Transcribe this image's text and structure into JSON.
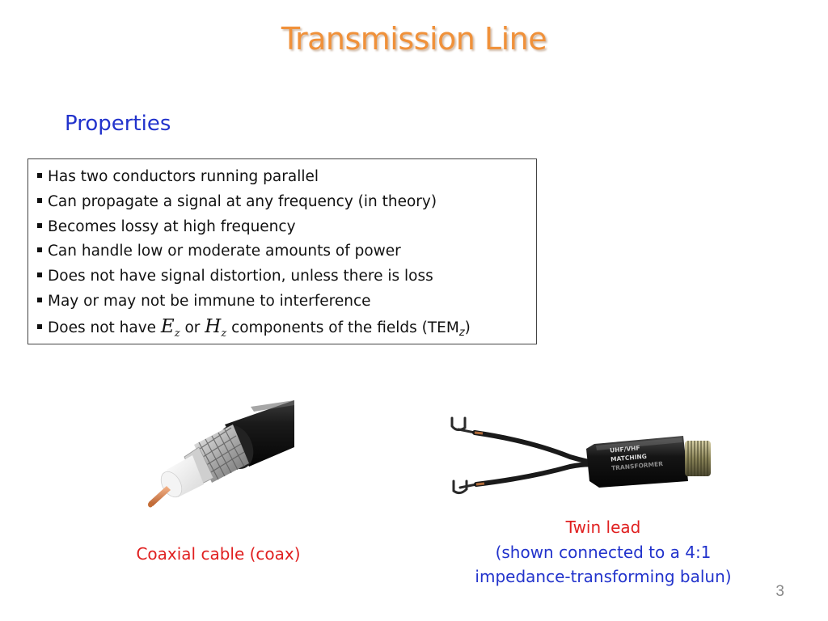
{
  "slide": {
    "title": "Transmission Line",
    "section_heading": "Properties",
    "page_number": "3"
  },
  "properties": {
    "bullets": [
      "Has two conductors running parallel",
      "Can propagate a signal at any frequency (in theory)",
      "Becomes lossy at high frequency",
      "Can handle low or moderate amounts of power",
      "Does not have signal distortion, unless there is loss",
      "May or may not be immune to interference"
    ],
    "last_bullet": {
      "prefix": "Does not have ",
      "e_symbol": "E",
      "e_subscript": "z",
      "middle": " or ",
      "h_symbol": "H",
      "h_subscript": "z",
      "suffix_before_sub": " components of the fields (TEM",
      "tem_subscript": "z",
      "close": ")"
    }
  },
  "images": {
    "coax_caption": "Coaxial cable (coax)",
    "twin_caption_line1": "Twin lead",
    "twin_caption_line2": "(shown connected to a 4:1",
    "twin_caption_line3": "impedance-transforming balun)",
    "balun_label_line1": "UHF/VHF",
    "balun_label_line2": "MATCHING",
    "balun_label_line3": "TRANSFORMER"
  },
  "colors": {
    "title": "#f0913a",
    "heading": "#2233cc",
    "caption_red": "#e02020",
    "caption_blue": "#2233cc"
  }
}
